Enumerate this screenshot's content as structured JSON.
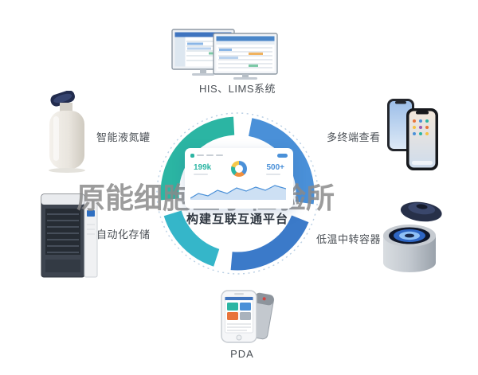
{
  "center": {
    "title": "构建互联互通平台",
    "dashboard": {
      "stat_left": "199k",
      "stat_right": "500+"
    }
  },
  "watermark": {
    "text": "原能细胞医学检验所"
  },
  "nodes": {
    "his": {
      "label": "HIS、LIMS系统"
    },
    "tank": {
      "label": "智能液氮罐"
    },
    "storage": {
      "label": "自动化存储"
    },
    "terminal": {
      "label": "多终端查看"
    },
    "transfer": {
      "label": "低温中转容器"
    },
    "pda": {
      "label": "PDA"
    }
  },
  "colors": {
    "teal": "#2bb5a3",
    "blue": "#4a90d8",
    "deep_blue": "#3b7ac9",
    "cyan": "#35b6c9",
    "dash": "#b9cfe4"
  }
}
